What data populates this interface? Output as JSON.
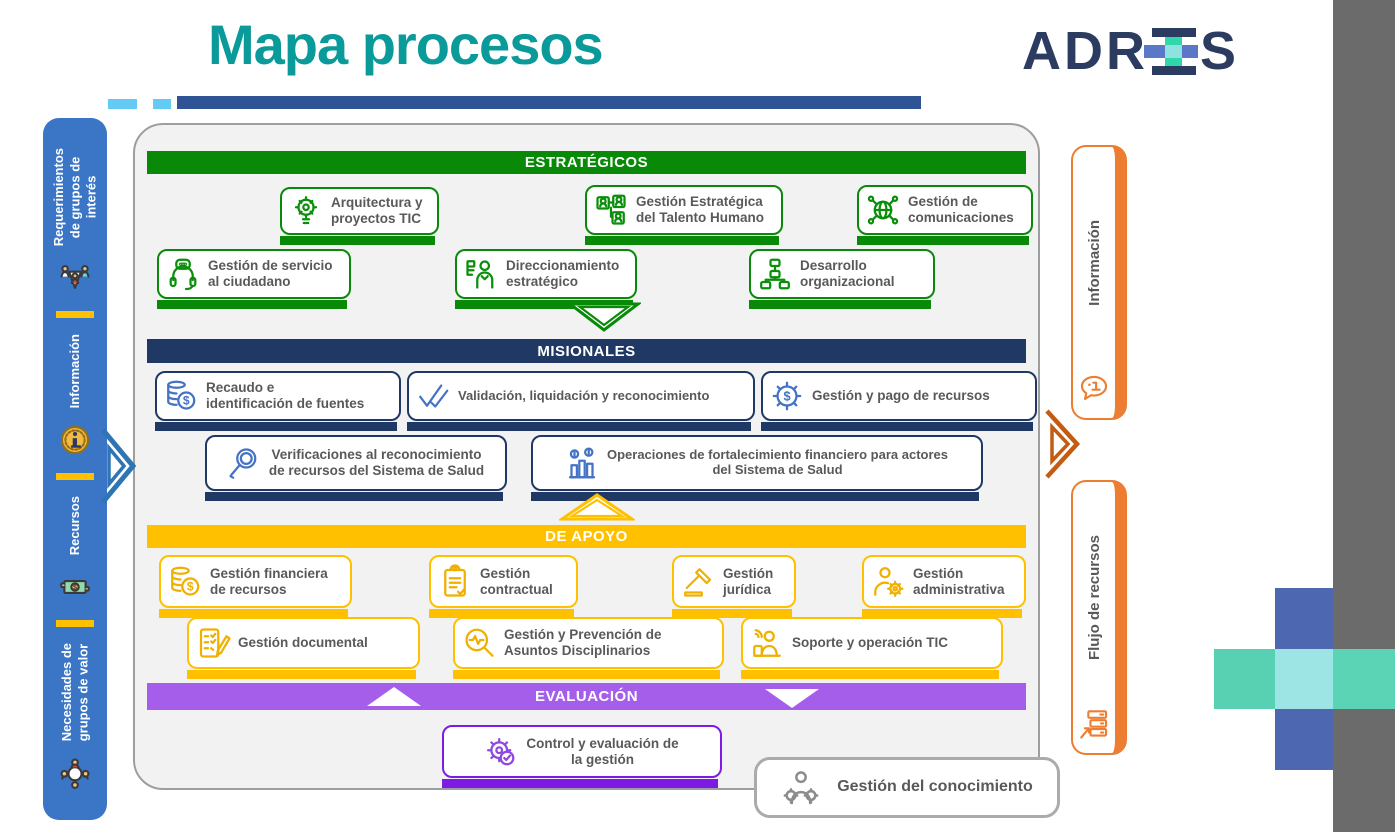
{
  "header": {
    "title": "Mapa procesos",
    "logo_prefix": "ADR",
    "logo_suffix": "S"
  },
  "left_sidebar": {
    "items": [
      {
        "label": "Requerimientos\nde grupos de\ninterés",
        "icon": "grupos-interes-icon"
      },
      {
        "label": "Información",
        "icon": "informacion-coin-icon"
      },
      {
        "label": "Recursos",
        "icon": "recursos-icon"
      },
      {
        "label": "Necesidades de\ngrupos de valor",
        "icon": "necesidades-icon"
      }
    ]
  },
  "sections": {
    "estrategicos": {
      "title": "ESTRATÉGICOS",
      "color": "#088A08",
      "boxes": [
        {
          "label": "Arquitectura y\nproyectos TIC",
          "icon": "architecture-tic-icon"
        },
        {
          "label": "Gestión Estratégica\ndel Talento Humano",
          "icon": "talento-humano-icon"
        },
        {
          "label": "Gestión de\ncomunicaciones",
          "icon": "comunicaciones-icon"
        },
        {
          "label": "Gestión de servicio\nal ciudadano",
          "icon": "servicio-ciudadano-icon"
        },
        {
          "label": "Direccionamiento\nestratégico",
          "icon": "direccionamiento-icon"
        },
        {
          "label": "Desarrollo\norganizacional",
          "icon": "desarrollo-icon"
        }
      ]
    },
    "misionales": {
      "title": "MISIONALES",
      "color": "#1F3864",
      "boxes": [
        {
          "label": "Recaudo e\nidentificación de fuentes",
          "icon": "recaudo-icon"
        },
        {
          "label": "Validación, liquidación y reconocimiento",
          "icon": "validacion-icon"
        },
        {
          "label": "Gestión y pago de recursos",
          "icon": "pago-icon"
        },
        {
          "label": "Verificaciones al reconocimiento\nde recursos del Sistema de Salud",
          "icon": "verificaciones-icon"
        },
        {
          "label": "Operaciones de fortalecimiento financiero para actores\ndel Sistema de Salud",
          "icon": "operaciones-icon"
        }
      ]
    },
    "apoyo": {
      "title": "DE APOYO",
      "color": "#FFC000",
      "boxes": [
        {
          "label": "Gestión financiera\nde recursos",
          "icon": "financiera-icon"
        },
        {
          "label": "Gestión\ncontractual",
          "icon": "contractual-icon"
        },
        {
          "label": "Gestión\njurídica",
          "icon": "juridica-icon"
        },
        {
          "label": "Gestión\nadministrativa",
          "icon": "administrativa-icon"
        },
        {
          "label": "Gestión  documental",
          "icon": "documental-icon"
        },
        {
          "label": "Gestión y Prevención de\nAsuntos Disciplinarios",
          "icon": "disciplinarios-icon"
        },
        {
          "label": "Soporte y operación TIC",
          "icon": "soporte-icon"
        }
      ]
    },
    "evaluacion": {
      "title": "EVALUACIÓN",
      "color": "#A55EEA",
      "boxes": [
        {
          "label": "Control y evaluación de\nla gestión",
          "icon": "control-icon"
        }
      ]
    },
    "conocimiento": {
      "label": "Gestión del conocimiento",
      "icon": "conocimiento-icon"
    }
  },
  "right_sidebar": {
    "items": [
      {
        "label": "Información",
        "icon": "info-bubble-icon"
      },
      {
        "label": "Flujo de recursos",
        "icon": "flujo-icon"
      }
    ]
  },
  "colors": {
    "title_teal": "#0A9A9A",
    "underline_navy": "#2E5496",
    "sidebar_blue": "#3B76C6",
    "strategic_green": "#088A08",
    "misional_navy": "#1F3864",
    "apoyo_yellow": "#FFC000",
    "evaluacion_purple": "#A55EEA",
    "evaluacion_border_purple": "#7D1BE5",
    "orange_accent": "#ED7D31",
    "knowledge_gray": "#ABABAB",
    "decor_gray": "#6B6B6B",
    "decor_blue": "#4D67B0",
    "decor_teal": "#57D1B2",
    "decor_light_teal": "#9DE4E4",
    "logo_navy": "#2B3C60"
  }
}
